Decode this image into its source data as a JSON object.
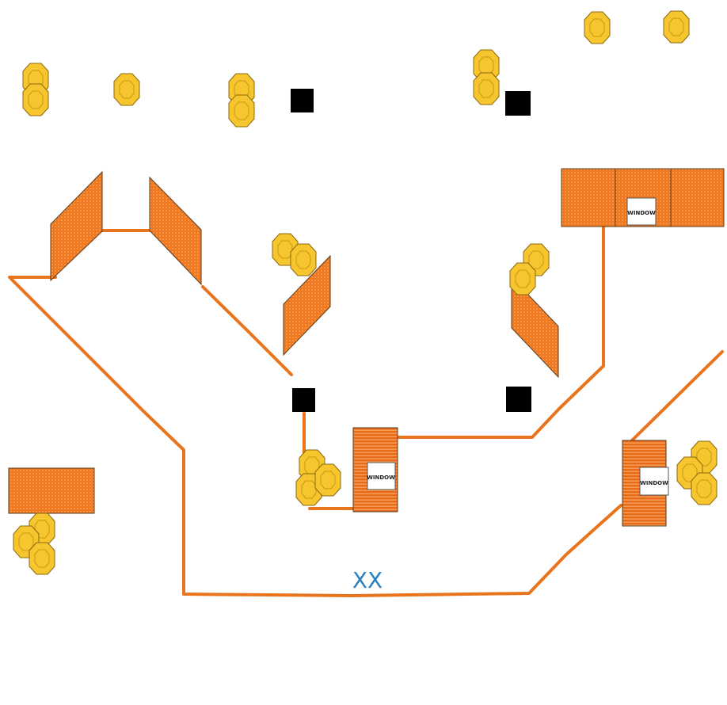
{
  "colors": {
    "route": "#e8741e",
    "barrier": "#f07820",
    "target_fill": "#f7c52e",
    "post": "#000000",
    "marker": "#2a7fc0"
  },
  "marker": {
    "label": "XX"
  },
  "windows": [
    {
      "label": "WINDOW"
    },
    {
      "label": "WINDOW"
    },
    {
      "label": "WINDOW"
    }
  ]
}
